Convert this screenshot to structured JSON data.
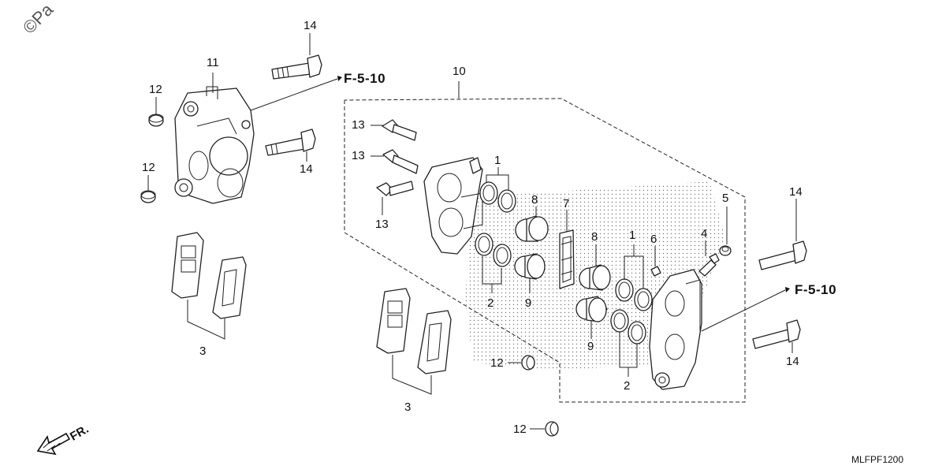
{
  "diagram": {
    "watermark": "©Pa",
    "drawing_code": "MLFPF1200",
    "front_indicator": "FR.",
    "reference_labels": {
      "upper": "F-5-10",
      "lower": "F-5-10"
    },
    "callouts": {
      "c14a": "14",
      "c11": "11",
      "c12a": "12",
      "c14b": "14",
      "c12b": "12",
      "c3a": "3",
      "c10": "10",
      "c13a": "13",
      "c13b": "13",
      "c13c": "13",
      "c1a": "1",
      "c8a": "8",
      "c7": "7",
      "c2a": "2",
      "c9a": "9",
      "c8b": "8",
      "c1b": "1",
      "c6": "6",
      "c4": "4",
      "c5": "5",
      "c14c": "14",
      "c14d": "14",
      "c9b": "9",
      "c2b": "2",
      "c12c": "12",
      "c3b": "3",
      "c12d": "12"
    }
  }
}
